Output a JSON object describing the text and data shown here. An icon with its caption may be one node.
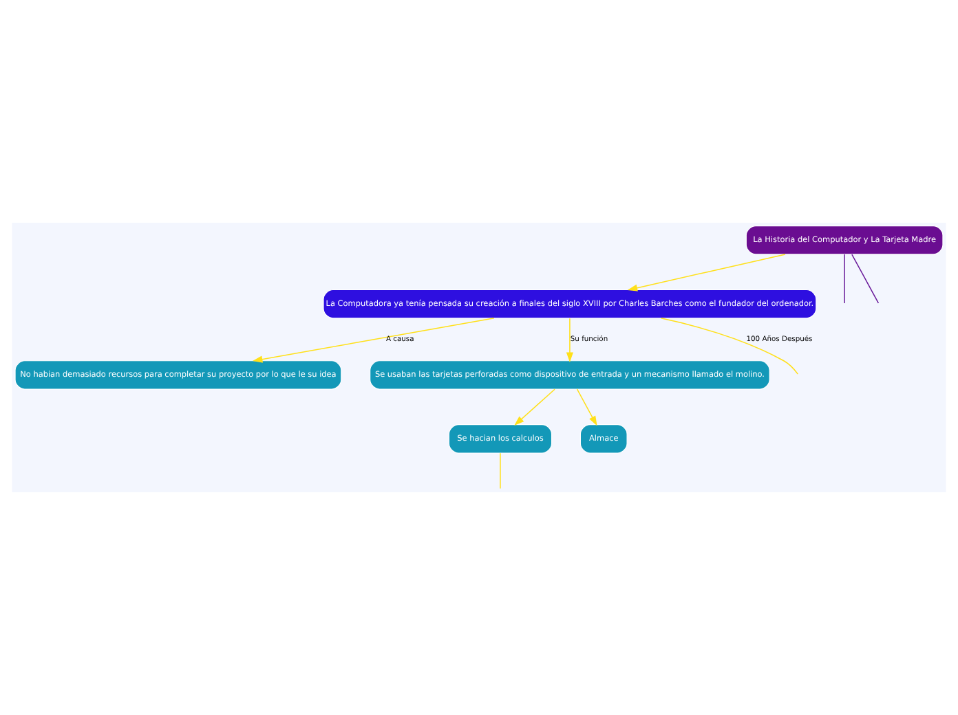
{
  "diagram": {
    "nodes": [
      {
        "text": [
          "La Historia del Computador y La Tarjeta Madre"
        ]
      },
      {
        "text": [
          "La Computadora ya tenía pensada su creación a finales del siglo XVIII por Charles Barches como el fundador del ordenador."
        ]
      },
      {
        "text": [
          "No habian demasiado recursos para completar su proyecto por lo que le su idea"
        ]
      },
      {
        "text": [
          "Se usaban las tarjetas perforadas como dispositivo de entrada y un mecanismo llamado el molino."
        ]
      },
      {
        "text": [
          "Se hacian los calculos"
        ]
      },
      {
        "text": [
          "Almace"
        ]
      }
    ],
    "edges": [
      {
        "from": 0,
        "to": null,
        "arrow": "none",
        "color": "#6a1b9a"
      },
      {
        "from": 0,
        "to": null,
        "arrow": "none",
        "color": "#6a1b9a"
      },
      {
        "from": 0,
        "to": 1,
        "arrow": "to"
      },
      {
        "from": 1,
        "to": 2,
        "arrow": "to",
        "label": "A causa"
      },
      {
        "from": 1,
        "to": 3,
        "arrow": "to",
        "label": "Su función"
      },
      {
        "from": 1,
        "to": null,
        "arrow": "none",
        "label": "100 Años Después"
      },
      {
        "from": 3,
        "to": 4,
        "arrow": "to"
      },
      {
        "from": 3,
        "to": 5,
        "arrow": "to"
      },
      {
        "from": 4,
        "to": null,
        "arrow": "none"
      }
    ]
  }
}
